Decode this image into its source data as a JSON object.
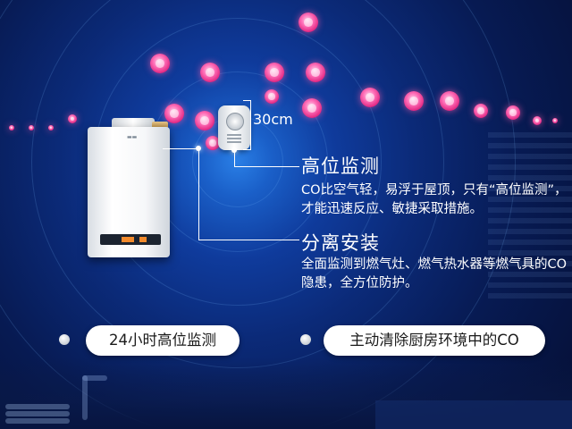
{
  "distance_label": "30cm",
  "features": [
    {
      "title": "高位监测",
      "description": "CO比空气轻，易浮于屋顶，只有“高位监测”，才能迅速反应、敏捷采取措施。"
    },
    {
      "title": "分离安装",
      "description": "全面监测到燃气灶、燃气热水器等燃气具的CO隐患，全方位防护。"
    }
  ],
  "badges": [
    {
      "label": "24小时高位监测"
    },
    {
      "label": "主动清除厨房环境中的CO"
    }
  ],
  "colors": {
    "background": "#0b2a78",
    "glow": "#2a7fe6",
    "molecule": "#e0237f",
    "text": "#ffffff",
    "pill": "#ffffff"
  },
  "icons": {
    "molecule": "co-molecule-icon",
    "heater": "water-heater-icon",
    "sensor": "co-sensor-icon"
  }
}
